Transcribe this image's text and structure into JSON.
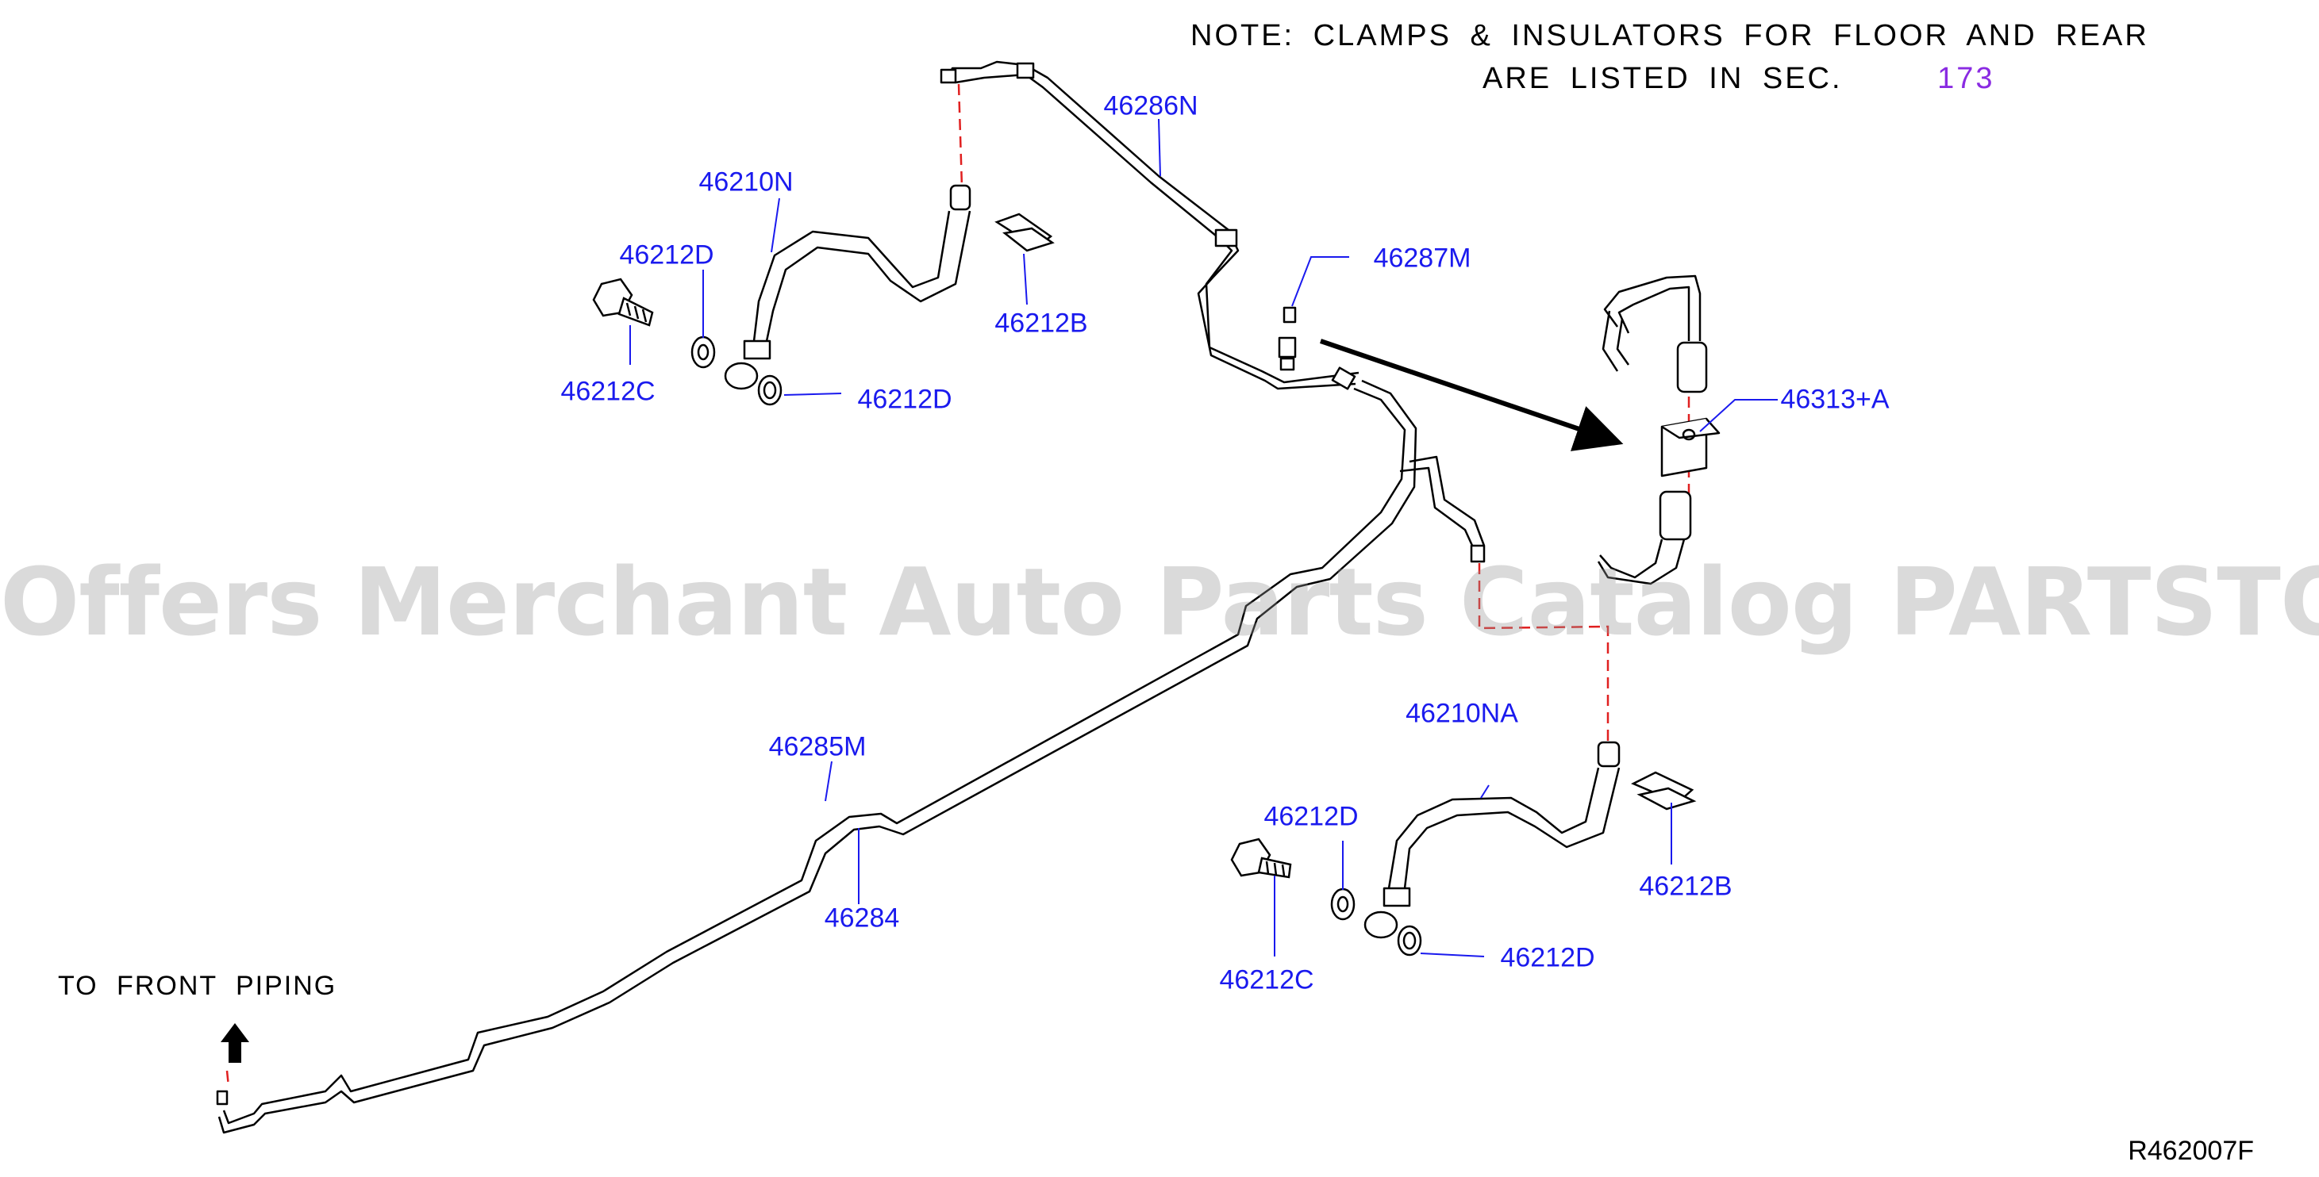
{
  "note": {
    "line1": "NOTE:  CLAMPS  &  INSULATORS  FOR  FLOOR  AND  REAR",
    "line2": "ARE  LISTED  IN  SEC.",
    "section_ref": "173"
  },
  "front_label": "TO  FRONT  PIPING",
  "figure_code": "R462007F",
  "watermark": "Offers Merchant Auto Parts Catalog PARTSTORE.SA",
  "colors": {
    "label": "#1a1aee",
    "section_link": "#8a2be2",
    "drawing": "#000000",
    "dash": "#e02020"
  },
  "parts": [
    {
      "id": "p1",
      "label": "46286N"
    },
    {
      "id": "p2",
      "label": "46210N"
    },
    {
      "id": "p3",
      "label": "46212D"
    },
    {
      "id": "p4",
      "label": "46212B"
    },
    {
      "id": "p5",
      "label": "46212C"
    },
    {
      "id": "p6",
      "label": "46212D"
    },
    {
      "id": "p7",
      "label": "46287M"
    },
    {
      "id": "p8",
      "label": "46313+A"
    },
    {
      "id": "p9",
      "label": "46285M"
    },
    {
      "id": "p10",
      "label": "46284"
    },
    {
      "id": "p11",
      "label": "46210NA"
    },
    {
      "id": "p12",
      "label": "46212D"
    },
    {
      "id": "p13",
      "label": "46212B"
    },
    {
      "id": "p14",
      "label": "46212C"
    },
    {
      "id": "p15",
      "label": "46212D"
    }
  ]
}
